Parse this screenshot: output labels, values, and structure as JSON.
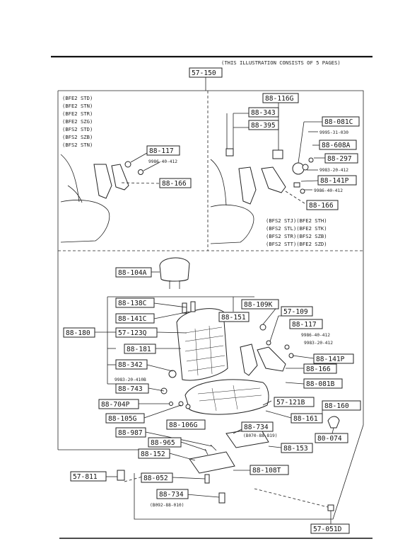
{
  "header": {
    "note": "(THIS ILLUSTRATION CONSISTS OF  5 PAGES)",
    "page_code": "57-150"
  },
  "upper_left": {
    "models": [
      "(BFE2 STD)",
      "(BFE2 STN)",
      "(BFE2 STR)",
      "(BFE2 SZG)",
      "(BFS2 STD)",
      "(BFS2 SZB)",
      "(BFS2 STN)"
    ]
  },
  "upper_right": {
    "models": [
      "(BFS2 STJ)(BFE2 STH)",
      "(BFS2 STL)(BFE2 STK)",
      "(BFS2 STR)(BFS2 SZB)",
      "(BFS2 STT)(BFE2 SZD)"
    ]
  },
  "parts": {
    "p_88_116G": "88-116G",
    "p_88_343": "88-343",
    "p_88_395": "88-395",
    "p_88_081C": "88-081C",
    "n_9995_31_030": "9995-31-030",
    "p_88_608A": "88-608A",
    "p_88_297": "88-297",
    "n_9983_20_412_a": "9983-20-412",
    "p_88_141P_a": "88-141P",
    "n_9986_40_412_a": "9986-40-412",
    "p_88_166_a": "88-166",
    "p_88_117_a": "88-117",
    "n_9986_40_412_b": "9986-40-412",
    "p_88_166_b": "88-166",
    "p_88_104A": "88-104A",
    "p_88_138C": "88-138C",
    "p_88_109K": "88-109K",
    "p_88_141C": "88-141C",
    "p_88_151": "88-151",
    "p_57_109": "57-109",
    "p_88_180": "88-180",
    "p_57_123Q": "57-123Q",
    "p_88_117_b": "88-117",
    "n_9986_40_412_c": "9986-40-412",
    "n_9983_20_412_b": "9983-20-412",
    "p_88_181": "88-181",
    "p_88_141P_b": "88-141P",
    "p_88_342": "88-342",
    "p_88_166_c": "88-166",
    "n_9983_20_410B": "9983-20-410B",
    "p_88_743": "88-743",
    "p_88_081B": "88-081B",
    "p_88_704P": "88-704P",
    "p_57_121B": "57-121B",
    "p_88_160": "88-160",
    "p_88_105G": "88-105G",
    "p_88_161": "88-161",
    "p_88_106G": "88-106G",
    "p_88_987": "88-987",
    "p_88_734_a": "88-734",
    "n_B070_88_819": "(B070-88-819)",
    "p_80_074": "80-074",
    "p_88_965": "88-965",
    "p_88_153": "88-153",
    "p_88_152": "88-152",
    "p_57_811": "57-811",
    "p_88_052": "88-052",
    "p_88_108T": "88-108T",
    "p_88_734_b": "88-734",
    "n_B092_88_010": "(B092-88-010)",
    "p_57_051D": "57-051D"
  }
}
